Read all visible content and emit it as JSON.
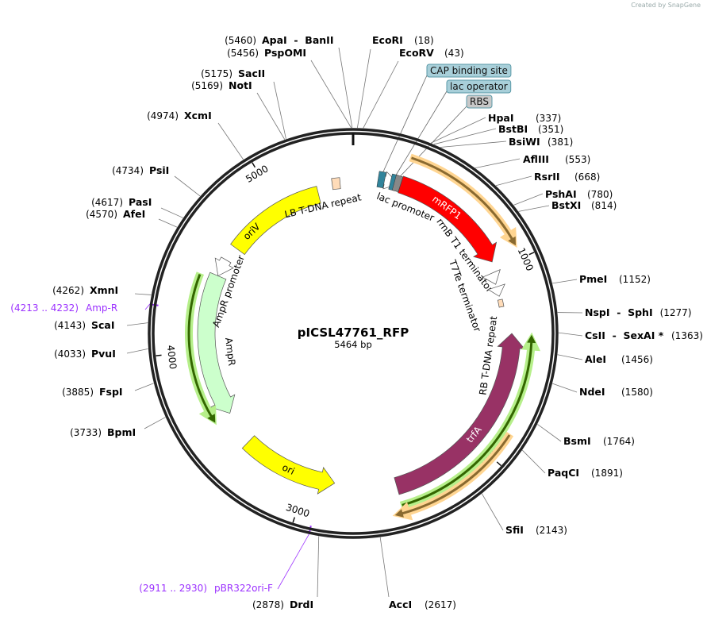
{
  "credit": "Created by SnapGene",
  "plasmid": {
    "name": "pICSL47761_RFP",
    "length_label": "5464 bp",
    "length": 5464
  },
  "ticks": [
    "1000",
    "2000",
    "3000",
    "4000",
    "5000"
  ],
  "enzymes": [
    {
      "name": "EcoRI",
      "pos": "(18)",
      "bp": 18
    },
    {
      "name": "EcoRV",
      "pos": "(43)",
      "bp": 43
    },
    {
      "name": "ApaI  -  BanII",
      "pos": "(5460)",
      "bp": 5460
    },
    {
      "name": "PspOMI",
      "pos": "(5456)",
      "bp": 5456
    },
    {
      "name": "SacII",
      "pos": "(5175)",
      "bp": 5175
    },
    {
      "name": "NotI",
      "pos": "(5169)",
      "bp": 5169
    },
    {
      "name": "XcmI",
      "pos": "(4974)",
      "bp": 4974
    },
    {
      "name": "PsiI",
      "pos": "(4734)",
      "bp": 4734
    },
    {
      "name": "PasI",
      "pos": "(4617)",
      "bp": 4617
    },
    {
      "name": "AfeI",
      "pos": "(4570)",
      "bp": 4570
    },
    {
      "name": "XmnI",
      "pos": "(4262)",
      "bp": 4262
    },
    {
      "name": "ScaI",
      "pos": "(4143)",
      "bp": 4143
    },
    {
      "name": "PvuI",
      "pos": "(4033)",
      "bp": 4033
    },
    {
      "name": "FspI",
      "pos": "(3885)",
      "bp": 3885
    },
    {
      "name": "BpmI",
      "pos": "(3733)",
      "bp": 3733
    },
    {
      "name": "HpaI",
      "pos": "(337)",
      "bp": 337
    },
    {
      "name": "BstBI",
      "pos": "(351)",
      "bp": 351
    },
    {
      "name": "BsiWI",
      "pos": "(381)",
      "bp": 381
    },
    {
      "name": "AflIII",
      "pos": "(553)",
      "bp": 553
    },
    {
      "name": "RsrII",
      "pos": "(668)",
      "bp": 668
    },
    {
      "name": "PshAI",
      "pos": "(780)",
      "bp": 780
    },
    {
      "name": "BstXI",
      "pos": "(814)",
      "bp": 814
    },
    {
      "name": "PmeI",
      "pos": "(1152)",
      "bp": 1152
    },
    {
      "name": "NspI  -  SphI",
      "pos": "(1277)",
      "bp": 1277
    },
    {
      "name": "CsII  -  SexAI *",
      "pos": "(1363)",
      "bp": 1363
    },
    {
      "name": "AleI",
      "pos": "(1456)",
      "bp": 1456
    },
    {
      "name": "NdeI",
      "pos": "(1580)",
      "bp": 1580
    },
    {
      "name": "BsmI",
      "pos": "(1764)",
      "bp": 1764
    },
    {
      "name": "PaqCI",
      "pos": "(1891)",
      "bp": 1891
    },
    {
      "name": "SfiI",
      "pos": "(2143)",
      "bp": 2143
    },
    {
      "name": "AccI",
      "pos": "(2617)",
      "bp": 2617
    },
    {
      "name": "DrdI",
      "pos": "(2878)",
      "bp": 2878
    }
  ],
  "primers": [
    {
      "name": "Amp-R",
      "range": "(4213 .. 4232)",
      "bp": 4222,
      "color": "#9b30ff"
    },
    {
      "name": "pBR322ori-F",
      "range": "(2911 .. 2930)",
      "bp": 2920,
      "color": "#9b30ff"
    }
  ],
  "callouts": [
    {
      "label": "CAP binding site",
      "bp": 158,
      "color": "#a8cfd9"
    },
    {
      "label": "lac operator",
      "bp": 228,
      "color": "#a8cfd9"
    },
    {
      "label": "RBS",
      "bp": 250,
      "color": "#c8c8c8"
    }
  ],
  "features": [
    {
      "name": "mRFP1",
      "start": 269,
      "end": 953,
      "dir": "cw",
      "color": "#ff0000",
      "label_inside": true
    },
    {
      "name": "",
      "start": 279,
      "end": 935,
      "dir": "cw",
      "color": "#8a6a30",
      "halo": "#ffd591"
    },
    {
      "name": "lac promoter",
      "start": 167,
      "end": 258,
      "dir": "cw",
      "color": "#ffffff"
    },
    {
      "name": "rrnB T1 terminator",
      "start": 1010,
      "end": 1078,
      "dir": "cw",
      "color": "#ffffff"
    },
    {
      "name": "T7Te terminator",
      "start": 1093,
      "end": 1150,
      "dir": "cw",
      "color": "#ffffff"
    },
    {
      "name": "RB T-DNA repeat",
      "start": 1170,
      "end": 1212,
      "dir": "none",
      "color": "#ffdcb9"
    },
    {
      "name": "trfA",
      "start": 1366,
      "end": 2490,
      "dir": "ccw",
      "color": "#983265",
      "label_inside": true
    },
    {
      "name": "",
      "start": 1373,
      "end": 2490,
      "dir": "ccw",
      "color": "#336600",
      "halo": "#b6ef8a"
    },
    {
      "name": "",
      "start": 1867,
      "end": 2535,
      "dir": "cw",
      "color": "#8a6a30",
      "halo": "#ffd591"
    },
    {
      "name": "ori",
      "start": 2839,
      "end": 3400,
      "dir": "ccw",
      "color": "#ffff00",
      "label_inside": true
    },
    {
      "name": "AmpR",
      "start": 3598,
      "end": 4448,
      "dir": "ccw",
      "color": "#ccffcc"
    },
    {
      "name": "",
      "start": 3598,
      "end": 4418,
      "dir": "ccw",
      "color": "#336600",
      "halo": "#b6ef8a"
    },
    {
      "name": "AmpR promoter",
      "start": 4448,
      "end": 4554,
      "dir": "ccw",
      "color": "#ffffff"
    },
    {
      "name": "oriV",
      "start": 4645,
      "end": 5252,
      "dir": "none",
      "color": "#ffff00",
      "label_inside": true
    },
    {
      "name": "LB T-DNA repeat",
      "start": 5343,
      "end": 5389,
      "dir": "none",
      "color": "#ffdcb9"
    }
  ]
}
